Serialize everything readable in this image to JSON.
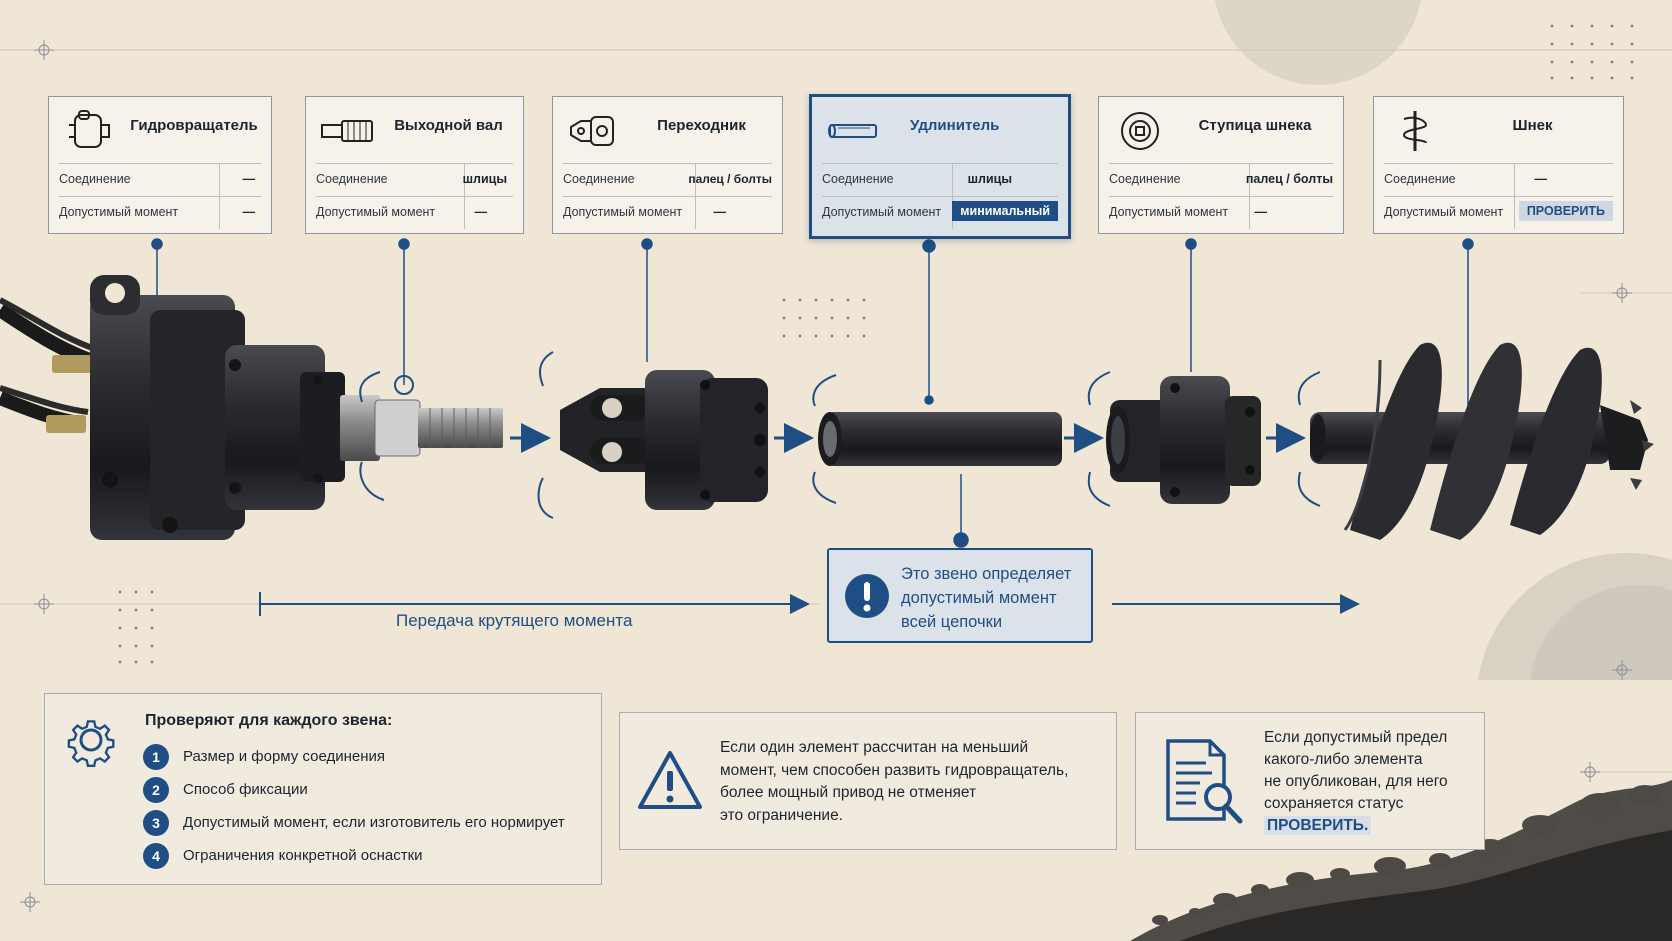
{
  "cards": [
    {
      "title": "Гидровращатель",
      "conn_label": "Соединение",
      "conn_value": "—",
      "torque_label": "Допустимый момент",
      "torque_value": "—",
      "icon": "hydraulic-motor-icon"
    },
    {
      "title": "Выходной вал",
      "conn_label": "Соединение",
      "conn_value": "шлицы",
      "torque_label": "Допустимый момент",
      "torque_value": "—",
      "icon": "splined-shaft-icon"
    },
    {
      "title": "Переходник",
      "conn_label": "Соединение",
      "conn_value": "палец / болты",
      "torque_label": "Допустимый момент",
      "torque_value": "—",
      "icon": "adapter-icon"
    },
    {
      "title": "Удлинитель",
      "conn_label": "Соединение",
      "conn_value": "шлицы",
      "torque_label": "Допустимый момент",
      "torque_value": "минимальный",
      "icon": "extension-bar-icon"
    },
    {
      "title": "Ступица шнека",
      "conn_label": "Соединение",
      "conn_value": "палец / болты",
      "torque_label": "Допустимый момент",
      "torque_value": "—",
      "icon": "auger-hub-icon"
    },
    {
      "title": "Шнек",
      "conn_label": "Соединение",
      "conn_value": "—",
      "torque_label": "Допустимый момент",
      "torque_value": "ПРОВЕРИТЬ",
      "icon": "auger-icon"
    }
  ],
  "callout": {
    "line1": "Это звено определяет",
    "line2": "допустимый момент",
    "line3": "всей цепочки",
    "icon": "exclamation-icon"
  },
  "flow_label": "Передача крутящего момента",
  "checklist": {
    "title": "Проверяют для каждого звена:",
    "icon": "gear-icon",
    "items": [
      {
        "num": "1",
        "text": "Размер и форму соединения"
      },
      {
        "num": "2",
        "text": "Способ фиксации"
      },
      {
        "num": "3",
        "text": "Допустимый момент, если изготовитель его нормирует"
      },
      {
        "num": "4",
        "text": "Ограничения конкретной оснастки"
      }
    ]
  },
  "warning": {
    "icon": "warning-triangle-icon",
    "lines": [
      "Если один элемент рассчитан на меньший",
      "момент, чем способен развить гидровращатель,",
      "более мощный привод не отменяет",
      "это ограничение."
    ]
  },
  "info": {
    "icon": "document-search-icon",
    "lines": [
      "Если допустимый предел",
      "какого-либо элемента",
      "не опубликован, для него",
      "сохраняется статус"
    ],
    "status": "ПРОВЕРИТЬ."
  },
  "colors": {
    "accent": "#1f4e84",
    "background": "#efe6d6",
    "equipment": "#2a2a2c"
  }
}
